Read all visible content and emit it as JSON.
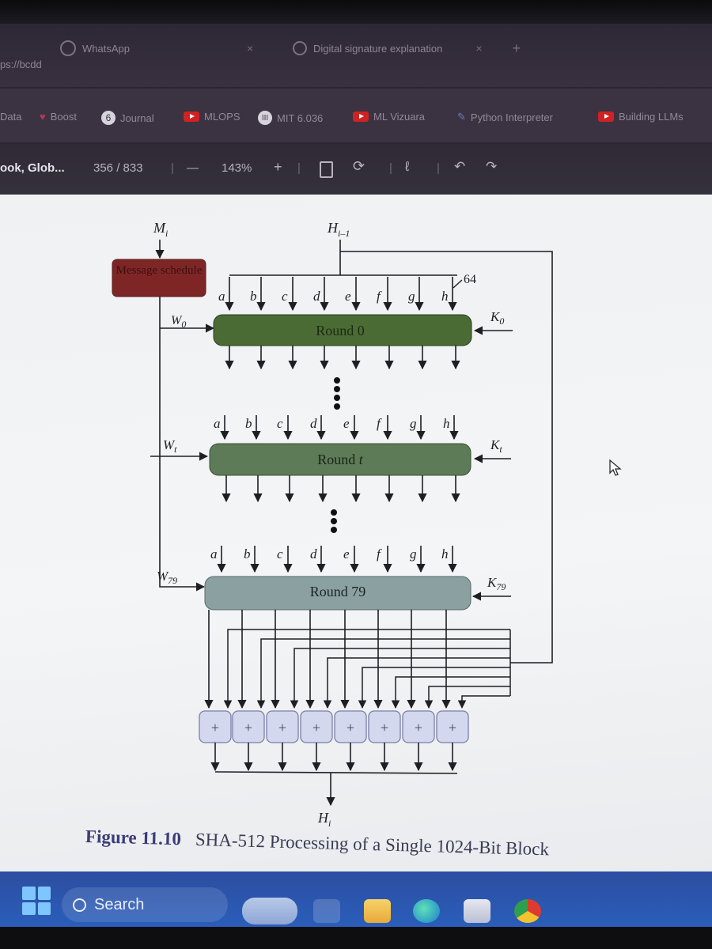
{
  "browser": {
    "tabs": [
      {
        "label": "WhatsApp",
        "close": "×"
      },
      {
        "label": "Digital signature explanation",
        "close": "×"
      }
    ],
    "new_tab": "+",
    "partial_left_url": "ps://bcdd"
  },
  "bookmarks": [
    {
      "label": "Data"
    },
    {
      "label": "Boost"
    },
    {
      "label": "Journal"
    },
    {
      "label": "MLOPS"
    },
    {
      "label": "MIT 6.036"
    },
    {
      "label": "ML Vizuara"
    },
    {
      "label": "Python Interpreter"
    },
    {
      "label": "Building LLMs"
    }
  ],
  "pdf_toolbar": {
    "doc_title": "ook, Glob...",
    "page_indicator": "356 / 833",
    "zoom_out": "—",
    "zoom": "143%",
    "zoom_in": "+"
  },
  "diagram": {
    "input_m": "M",
    "input_m_sub": "i",
    "input_h": "H",
    "input_h_sub": "i–1",
    "schedule_label": "Message schedule",
    "bus_width": "64",
    "words": [
      "a",
      "b",
      "c",
      "d",
      "e",
      "f",
      "g",
      "h"
    ],
    "rounds": [
      {
        "label": "Round 0",
        "w": "W",
        "w_sub": "0",
        "k": "K",
        "k_sub": "0"
      },
      {
        "label": "Round ",
        "label_var": "t",
        "w": "W",
        "w_sub": "t",
        "k": "K",
        "k_sub": "t"
      },
      {
        "label": "Round 79",
        "w": "W",
        "w_sub": "79",
        "k": "K",
        "k_sub": "79"
      }
    ],
    "adder_symbol": "+",
    "output_h": "H",
    "output_h_sub": "i"
  },
  "caption": {
    "number": "Figure 11.10",
    "text": "SHA-512 Processing of a Single 1024-Bit Block"
  },
  "taskbar": {
    "search_placeholder": "Search"
  },
  "colors": {
    "round0": "#4b6b35",
    "roundt": "#5d7b56",
    "round79": "#8ba0a0",
    "schedule": "#7e2626",
    "adder": "#d4d8ee"
  }
}
